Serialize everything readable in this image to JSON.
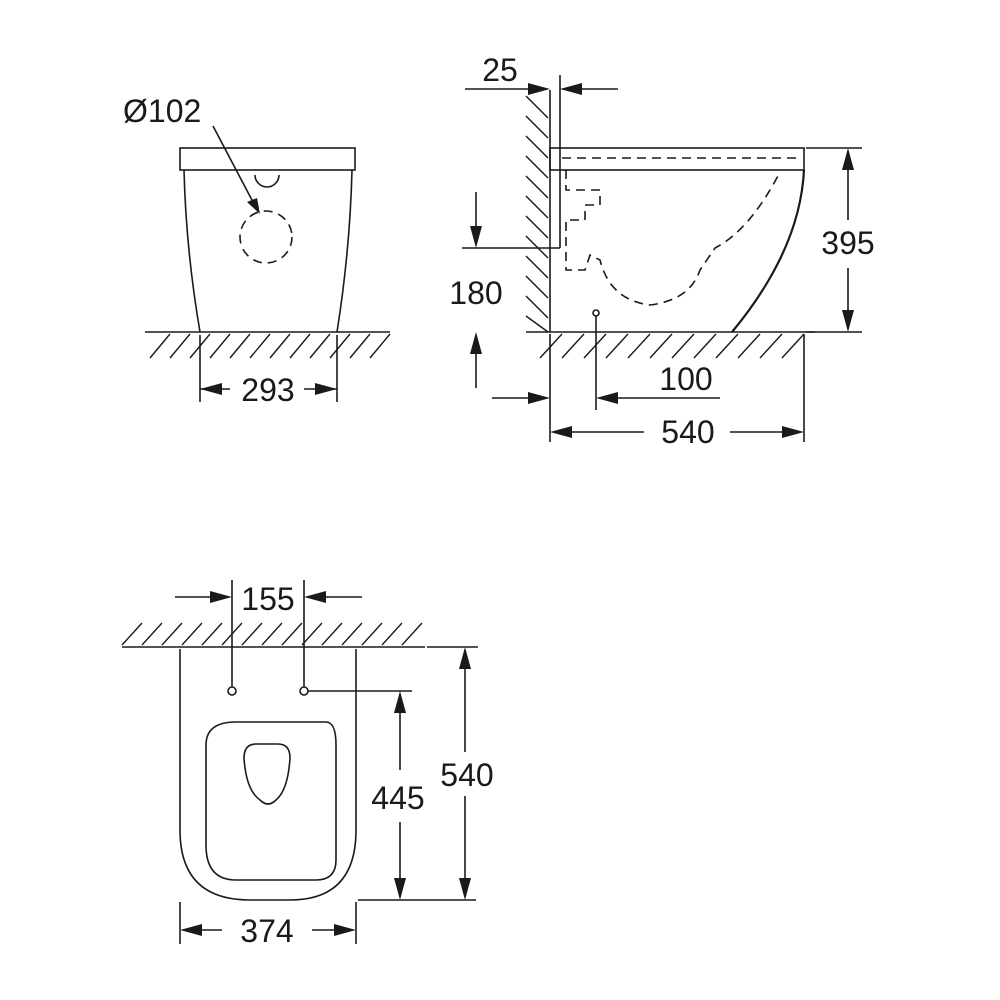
{
  "drawing": {
    "front_view": {
      "outlet_diameter": "Ø102",
      "width": "293"
    },
    "side_view": {
      "wall_gap": "25",
      "height": "395",
      "inlet_height": "180",
      "outlet_offset": "100",
      "depth": "540"
    },
    "top_view": {
      "fixing_spacing": "155",
      "fixing_to_front": "445",
      "depth": "540",
      "width": "374"
    }
  },
  "colors": {
    "line": "#1a1a1a",
    "background": "#ffffff"
  }
}
